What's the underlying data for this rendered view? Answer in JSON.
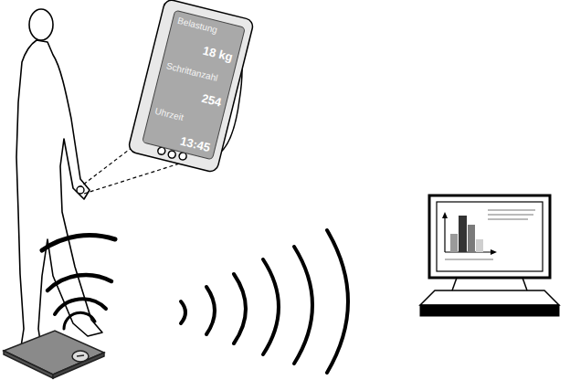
{
  "diagram": {
    "nodes": [
      {
        "text": [
          "Belastung",
          "18 kg",
          "Schrittanzahl",
          "254",
          "Uhrzeit",
          "13:45"
        ]
      }
    ]
  }
}
